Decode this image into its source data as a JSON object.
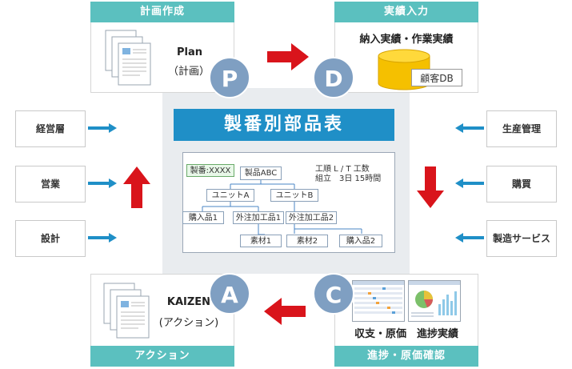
{
  "plan": {
    "header": "計画作成",
    "label_en": "Plan",
    "label_ja": "（計画）",
    "letter": "P"
  },
  "do": {
    "header": "実績入力",
    "subtitle": "納入実績・作業実績",
    "db_label": "顧客DB",
    "letter": "D"
  },
  "check": {
    "header": "進捗・原価確認",
    "caption": "収支・原価　進捗実績",
    "letter": "C"
  },
  "act": {
    "header": "アクション",
    "label_en": "KAIZEN",
    "label_ja": "(アクション)",
    "letter": "A"
  },
  "center": {
    "title": "製番別部品表",
    "seiban_tag": "製番:XXXX",
    "info_line1": "工順 L / T 工数",
    "info_line2": "組立　3日 15時間",
    "nodes": {
      "root": "製品ABC",
      "unit_a": "ユニットA",
      "unit_b": "ユニットB",
      "buy1": "購入品1",
      "out1": "外注加工品1",
      "out2": "外注加工品2",
      "mat1": "素材1",
      "mat2": "素材2",
      "buy2": "購入品2"
    }
  },
  "left_boxes": [
    "経営層",
    "営業",
    "設計"
  ],
  "right_boxes": [
    "生産管理",
    "購買",
    "製造サービス"
  ],
  "colors": {
    "teal": "#5bc0bf",
    "circle": "#7f9fc2",
    "banner": "#1f8fc7",
    "red_arrow": "#d9141b",
    "blue_arrow": "#1f8fc7"
  }
}
